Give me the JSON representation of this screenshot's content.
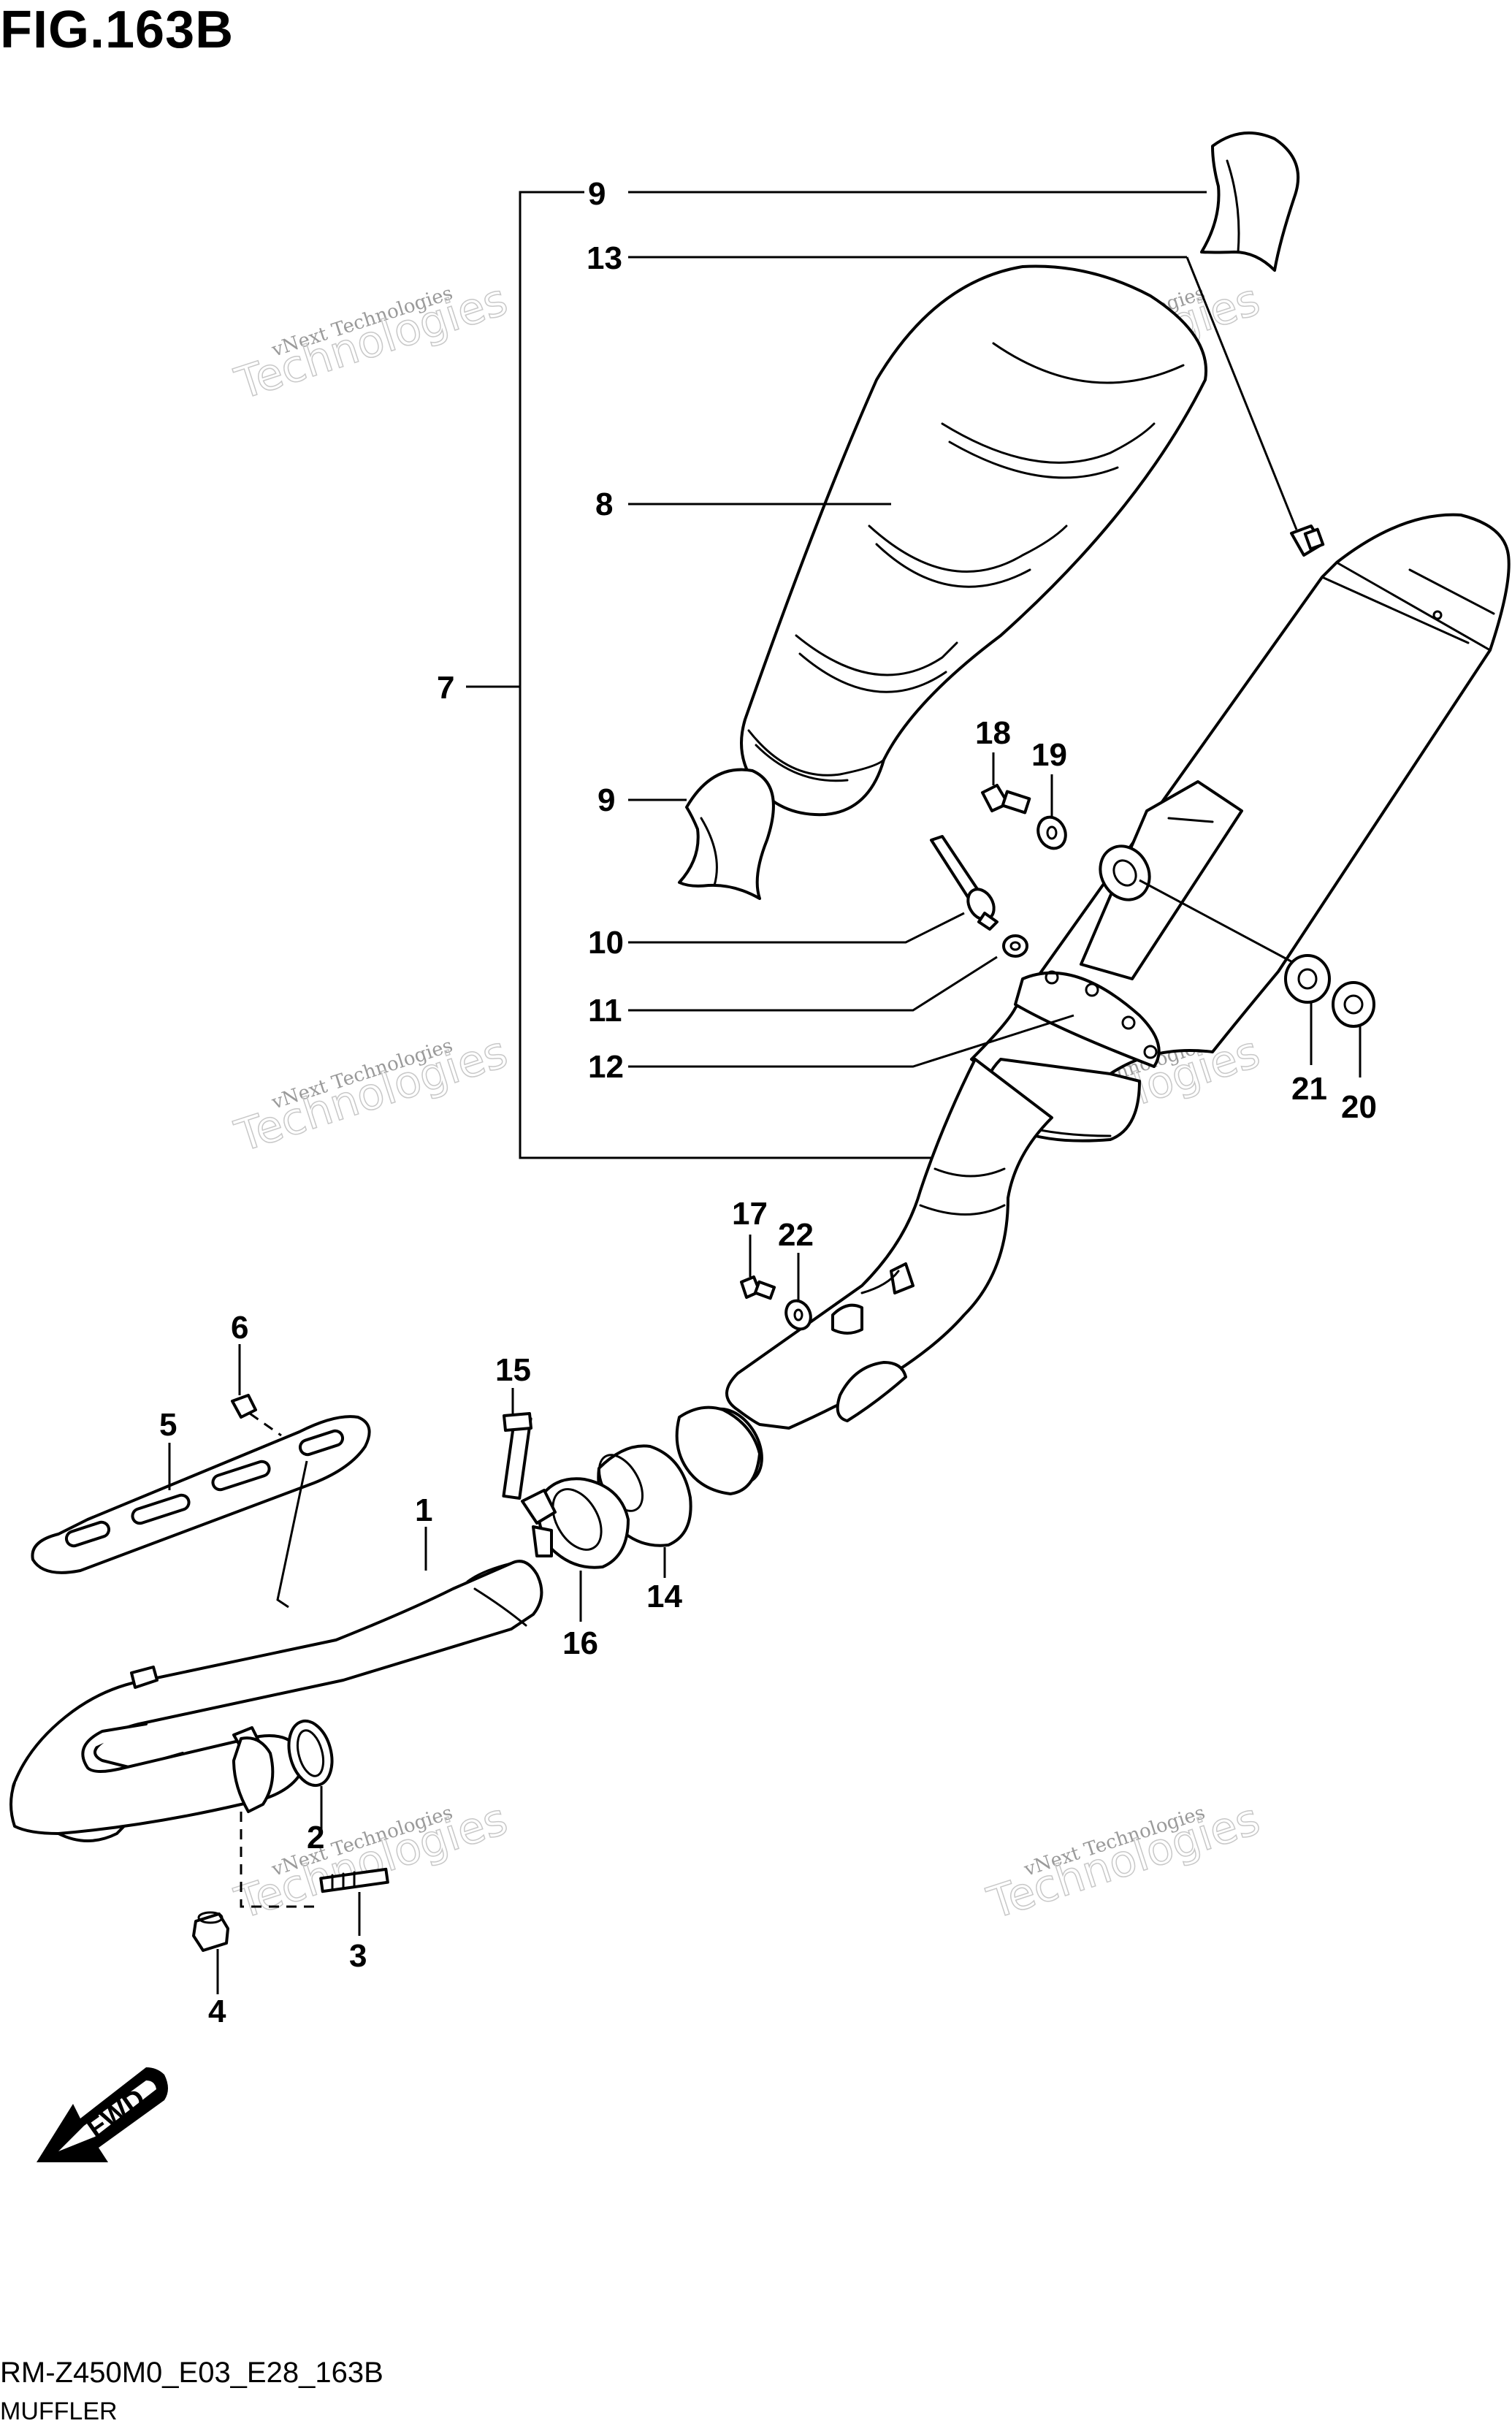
{
  "header": {
    "title": "FIG.163B"
  },
  "footer": {
    "code": "RM-Z450M0_E03_E28_163B",
    "name": "MUFFLER"
  },
  "watermark": {
    "line1": "vNext Technologies",
    "line2": "Technologies"
  },
  "fwd_label": "FWD",
  "callouts": {
    "c1": "1",
    "c2": "2",
    "c3": "3",
    "c4": "4",
    "c5": "5",
    "c6": "6",
    "c7": "7",
    "c8": "8",
    "c9a": "9",
    "c9b": "9",
    "c10": "10",
    "c11": "11",
    "c12": "12",
    "c13": "13",
    "c14": "14",
    "c15": "15",
    "c16": "16",
    "c17": "17",
    "c18": "18",
    "c19": "19",
    "c20": "20",
    "c21": "21",
    "c22": "22"
  },
  "colors": {
    "ink": "#000000",
    "watermark": "#c8c8c8",
    "background": "#ffffff"
  }
}
